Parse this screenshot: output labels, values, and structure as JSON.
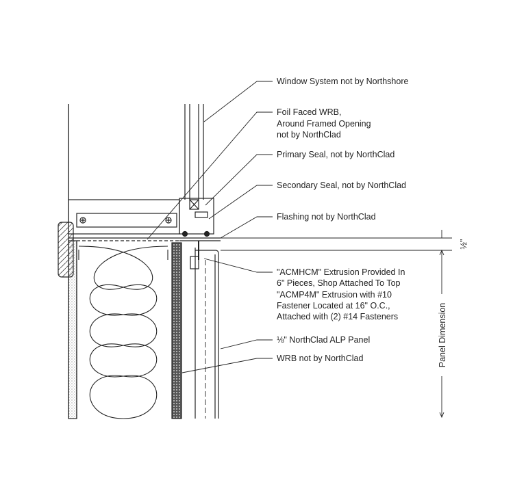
{
  "labels": {
    "window_system": "Window System not by Northshore",
    "foil_wrb": [
      "Foil Faced WRB,",
      "Around Framed Opening",
      "not by NorthClad"
    ],
    "primary_seal": "Primary Seal, not by NorthClad",
    "secondary_seal": "Secondary Seal, not by NorthClad",
    "flashing": "Flashing not by NorthClad",
    "extrusion": [
      "\"ACMHCM\" Extrusion Provided In",
      "6\" Pieces, Shop Attached To Top",
      "\"ACMP4M\" Extrusion with #10",
      "Fastener Located at 16\" O.C.,",
      "Attached with (2) #14 Fasteners"
    ],
    "panel": "⅛\" NorthClad ALP Panel",
    "wrb": "WRB not by NorthClad"
  },
  "dimensions": {
    "gap": "½\"",
    "panel": "Panel Dimension"
  }
}
